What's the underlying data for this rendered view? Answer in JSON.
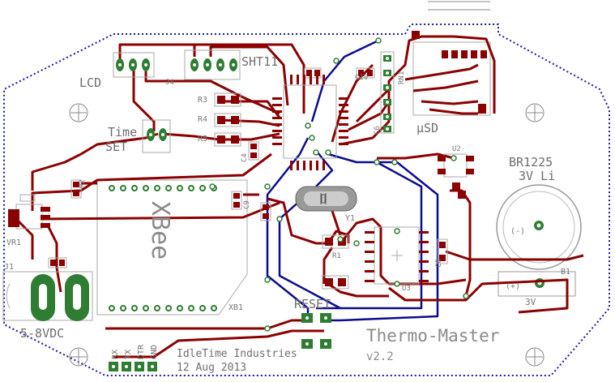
{
  "board": {
    "title": "Thermo-Master",
    "version": "v2.2",
    "company": "IdleTime Industries",
    "date": "12 Aug 2013"
  },
  "labels": {
    "lcd": "LCD",
    "sht": "SHT11",
    "time_set_1": "Time",
    "time_set_2": "SET",
    "usd": "µSD",
    "battery_1": "BR1225",
    "battery_2": "3V Li",
    "xbee": "XBee",
    "reset": "RESET",
    "power": "5-8VDC",
    "batt_minus": "(-)",
    "batt_plus": "(+)",
    "batt_3v": "3V",
    "j1": "J1",
    "vr1": "VR1",
    "xb1": "XB1",
    "y1": "Y1",
    "u2": "U2",
    "b1": "B1",
    "r1": "R1",
    "r2": "R2",
    "r3": "R3",
    "r4": "R4",
    "r5": "R5",
    "rn1": "RN1",
    "c4": "C4",
    "c9": "C9",
    "c10": "C10",
    "c6": "C6",
    "c8": "C8",
    "u3": "U3",
    "j4": "J4"
  },
  "header_pins": [
    "RX",
    "TX",
    "DTR",
    "GND"
  ],
  "colors": {
    "trace_top": "#8b0000",
    "trace_bottom": "#0b0b8f",
    "pad": "#2e7d32",
    "outline": "#1a1aa0",
    "silk": "#7a7a7a"
  }
}
